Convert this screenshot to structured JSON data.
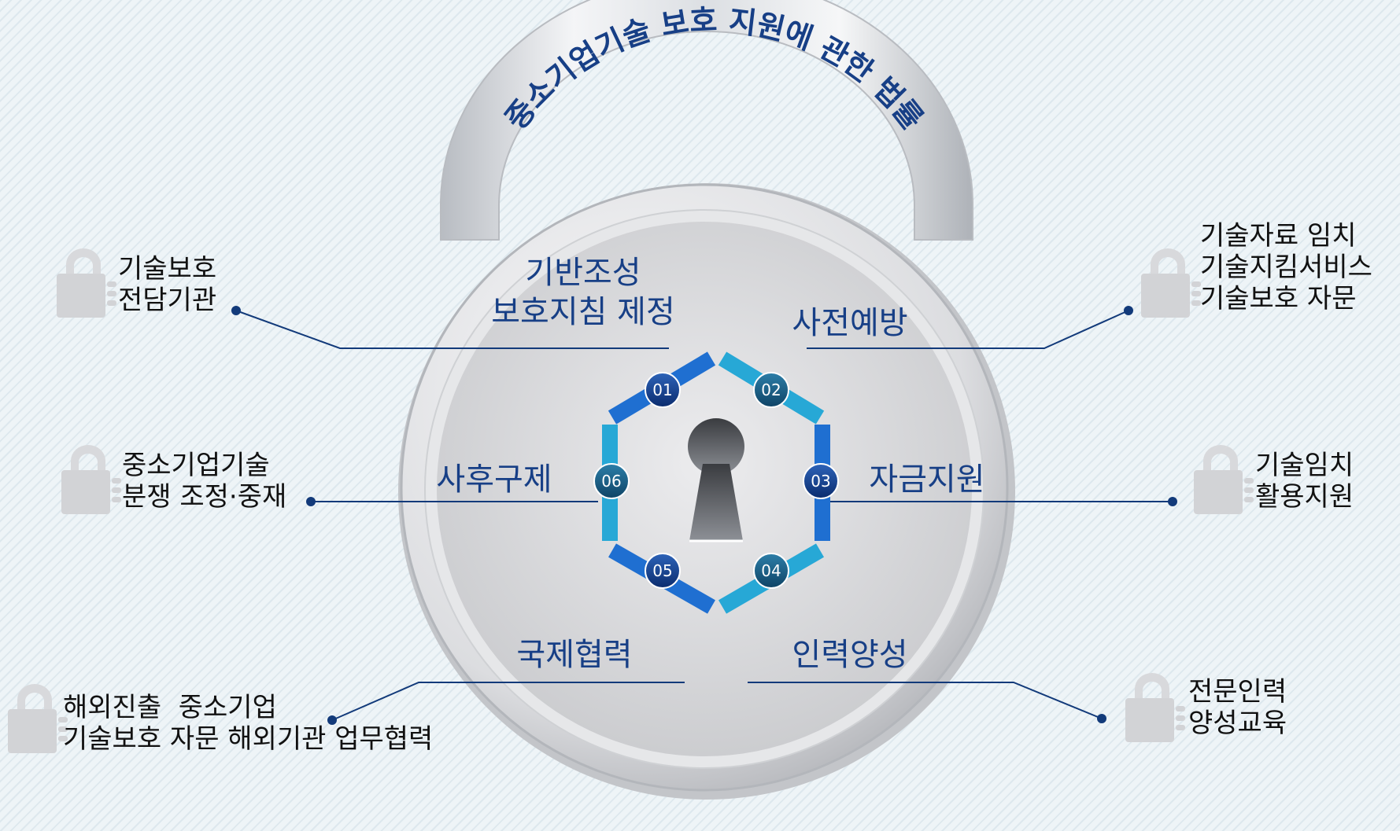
{
  "arc_title": "중소기업기술 보호 지원에 관한 법률",
  "categories": {
    "c01": [
      "기반조성",
      "보호지침 제정"
    ],
    "c02": [
      "사전예방"
    ],
    "c03": [
      "자금지원"
    ],
    "c04": [
      "인력양성"
    ],
    "c05": [
      "국제협력"
    ],
    "c06": [
      "사후구제"
    ]
  },
  "hex_numbers": [
    "01",
    "02",
    "03",
    "04",
    "05",
    "06"
  ],
  "callouts": {
    "left_top": [
      "기술보호",
      "전담기관"
    ],
    "left_mid": [
      "중소기업기술",
      "분쟁 조정·중재"
    ],
    "left_bottom": [
      "해외진출  중소기업",
      "기술보호 자문 해외기관 업무협력"
    ],
    "right_top": [
      "기술자료 임치",
      "기술지킴서비스",
      "기술보호 자문"
    ],
    "right_mid": [
      "기술임치",
      "활용지원"
    ],
    "right_bottom": [
      "전문인력",
      "양성교육"
    ]
  },
  "colors": {
    "navy_text": "#173f86",
    "leader_line": "#123a7a",
    "hex_blue": "#1f6fd1",
    "hex_cyan": "#27a8d6",
    "badge_navy": "#0f3a86",
    "badge_teal": "#1a5f86"
  },
  "icons": [
    "padlock-icon",
    "keyhole-icon"
  ]
}
